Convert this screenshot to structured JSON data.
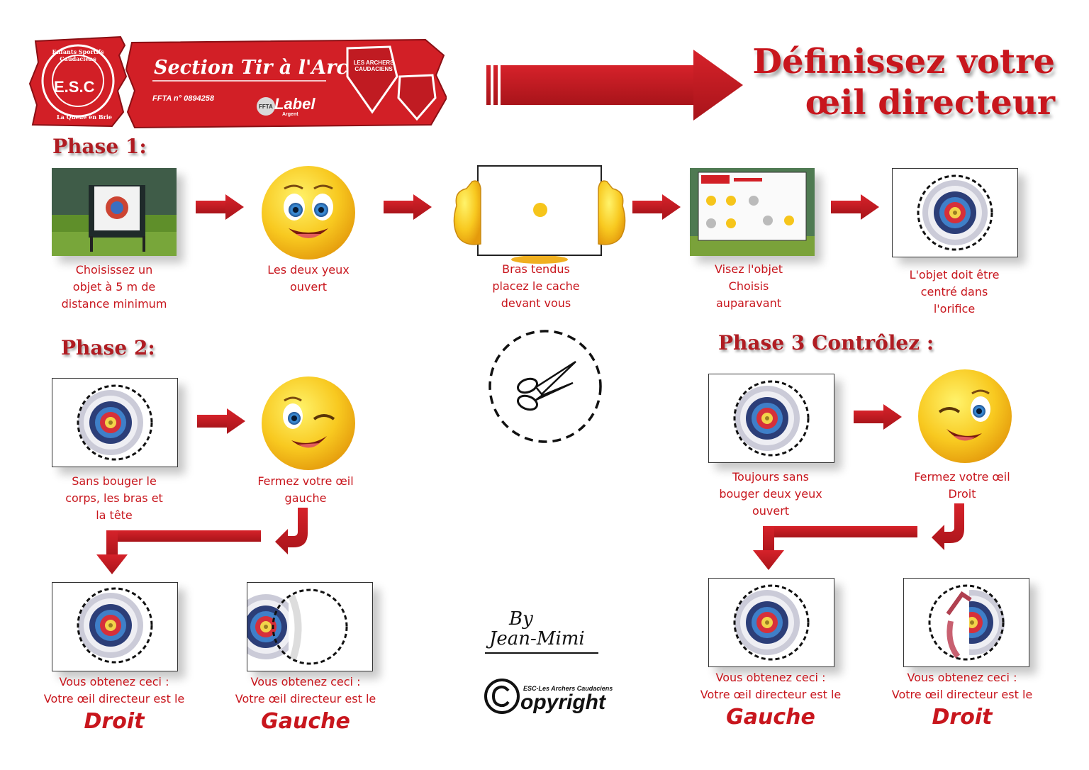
{
  "header": {
    "club_ring_text": "Enfants Sportifs Caudaciens",
    "club_initials": "E.S.C",
    "club_city": "La Queue en Brie",
    "section_title": "Section Tir à l'Arc",
    "ffta_number": "FFTA n° 0894258",
    "label_brand": "FFTA",
    "label_text": "Label",
    "label_grade": "Argent",
    "shield_text": "LES ARCHERS CAUDACIENS",
    "page_title_line1": "Définissez votre",
    "page_title_line2": "œil directeur"
  },
  "phase1": {
    "title": "Phase 1:",
    "steps": [
      {
        "caption": "Choisissez un\nobjet à 5 m de\ndistance minimum"
      },
      {
        "caption": "Les deux yeux\nouvert"
      },
      {
        "caption": "Bras tendus\nplacez le cache\ndevant vous"
      },
      {
        "caption": "Visez l'objet\nChoisis\nauparavant"
      },
      {
        "caption": "L'objet doit être\ncentré dans\nl'orifice"
      }
    ]
  },
  "phase2": {
    "title": "Phase 2:",
    "step1_caption": "Sans bouger le\ncorps, les bras et\nla tête",
    "step2_caption": "Fermez votre œil\ngauche",
    "result1_caption": "Vous obtenez ceci :\nVotre œil directeur est le",
    "result1_eye": "Droit",
    "result2_caption": "Vous obtenez ceci :\nVotre œil directeur est le",
    "result2_eye": "Gauche"
  },
  "phase3": {
    "title": "Phase 3 Contrôlez :",
    "step1_caption": "Toujours sans\nbouger deux yeux\nouvert",
    "step2_caption": "Fermez votre œil\nDroit",
    "result1_caption": "Vous obtenez ceci :\nVotre œil directeur est le",
    "result1_eye": "Gauche",
    "result2_caption": "Vous obtenez ceci :\nVotre œil directeur est le",
    "result2_eye": "Droit"
  },
  "credit": {
    "by": "By",
    "author": "Jean-Mimi",
    "copyright_org": "ESC-Les Archers Caudaciens",
    "copyright_word": "opyright"
  },
  "icons": {
    "scissors": "scissors-icon",
    "copyright": "copyright-icon"
  },
  "colors": {
    "red": "#c8161d",
    "dark_red": "#b01c22",
    "banner_red": "#d21f26",
    "emoji_yellow": "#f6c51b"
  }
}
